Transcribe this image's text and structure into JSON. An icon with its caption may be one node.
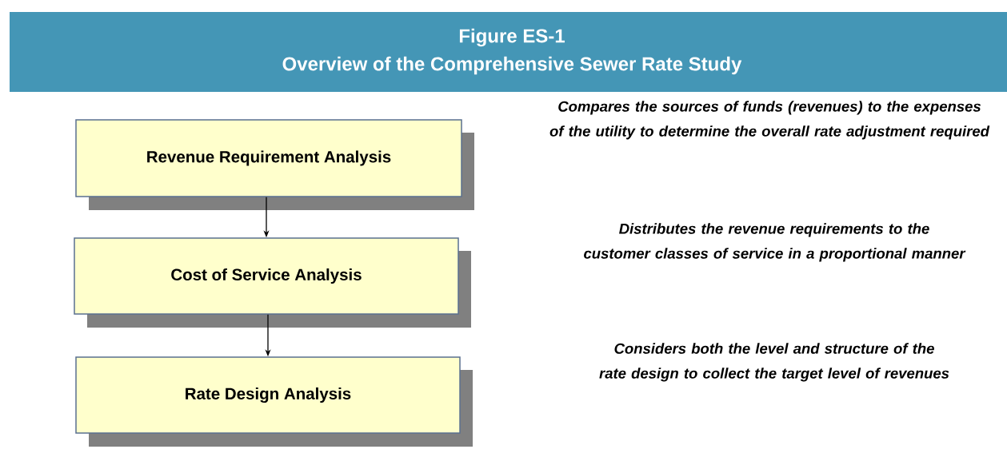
{
  "diagram": {
    "title": "Figure ES-1",
    "nodes": [
      {
        "text": [
          "Revenue Requirement Analysis"
        ]
      },
      {
        "text": [
          "Cost of Service Analysis"
        ]
      },
      {
        "text": [
          "Rate Design Analysis"
        ]
      }
    ],
    "edges": [
      {
        "from": 0,
        "to": 1,
        "arrow": "to"
      },
      {
        "from": 1,
        "to": 2,
        "arrow": "to"
      }
    ],
    "labels": [
      "Overview of the Comprehensive Sewer Rate Study",
      "Compares the sources of funds (revenues) to the expenses of the utility to determine the overall rate adjustment required",
      "Distributes the revenue requirements to the customer classes of service in a proportional manner",
      "Considers both the level and structure of the rate design to collect the target level of revenues"
    ]
  }
}
